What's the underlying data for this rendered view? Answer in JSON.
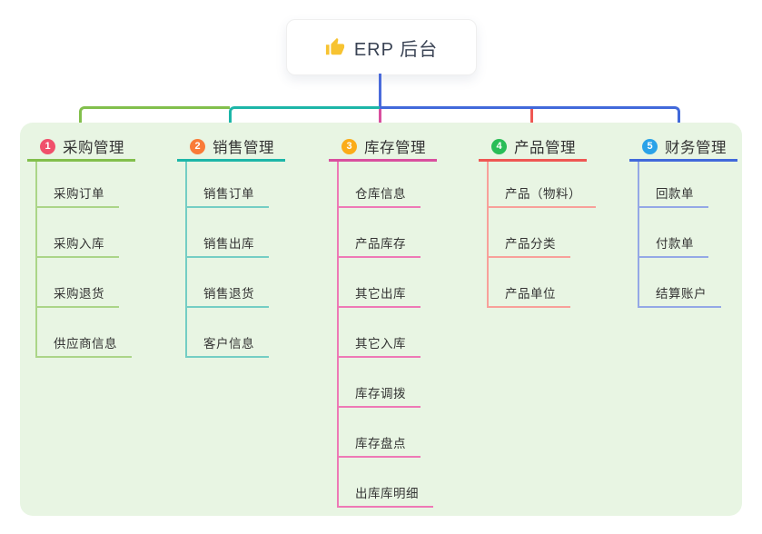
{
  "root": {
    "label": "ERP 后台",
    "icon": "thumbs-up-icon",
    "icon_color": "#f7c331"
  },
  "colors": {
    "page_bg": "#ffffff",
    "panel_bg": "#e8f5e3",
    "stem_blue": "#4a6bdb",
    "text": "#333333",
    "root_text": "#3a4354"
  },
  "branches": [
    {
      "num": "1",
      "label": "采购管理",
      "badge_color": "#f0506b",
      "line_color": "#82bf4c",
      "child_line_color": "#abd588",
      "children": [
        "采购订单",
        "采购入库",
        "采购退货",
        "供应商信息"
      ]
    },
    {
      "num": "2",
      "label": "销售管理",
      "badge_color": "#f97b38",
      "line_color": "#1db6a8",
      "child_line_color": "#74cec4",
      "children": [
        "销售订单",
        "销售出库",
        "销售退货",
        "客户信息"
      ]
    },
    {
      "num": "3",
      "label": "库存管理",
      "badge_color": "#fbac18",
      "line_color": "#d94f9e",
      "child_line_color": "#ee79b6",
      "children": [
        "仓库信息",
        "产品库存",
        "其它出库",
        "其它入库",
        "库存调拨",
        "库存盘点",
        "出库库明细"
      ]
    },
    {
      "num": "4",
      "label": "产品管理",
      "badge_color": "#2abd57",
      "line_color": "#ef5753",
      "child_line_color": "#f8a09a",
      "children": [
        "产品（物料）",
        "产品分类",
        "产品单位"
      ]
    },
    {
      "num": "5",
      "label": "财务管理",
      "badge_color": "#2aa2e8",
      "line_color": "#4169da",
      "child_line_color": "#94a8e6",
      "children": [
        "回款单",
        "付款单",
        "结算账户"
      ]
    }
  ]
}
